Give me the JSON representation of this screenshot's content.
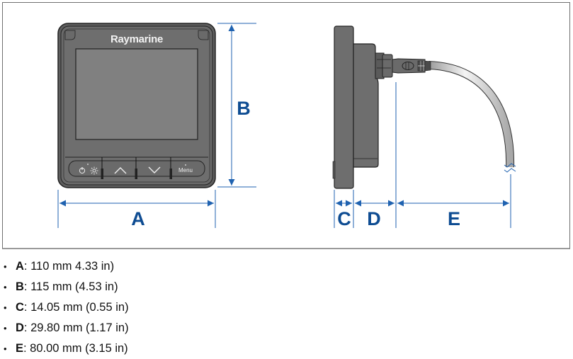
{
  "figure": {
    "brand": "Raymarine",
    "buttons": {
      "power_brightness": "power-brightness",
      "menu_label": "Menu"
    },
    "dimension_labels": [
      "A",
      "B",
      "C",
      "D",
      "E"
    ],
    "colors": {
      "dimension_line": "#1f62b0",
      "dimension_text": "#0e4c92",
      "device_body": "#6e6e6e",
      "screen": "#808080"
    }
  },
  "specs": [
    {
      "key": "A",
      "value": ": 110 mm 4.33 in)"
    },
    {
      "key": "B",
      "value": ": 115 mm (4.53 in)"
    },
    {
      "key": "C",
      "value": ": 14.05 mm (0.55 in)"
    },
    {
      "key": "D",
      "value": ": 29.80 mm (1.17 in)"
    },
    {
      "key": "E",
      "value": ": 80.00 mm (3.15 in)"
    }
  ]
}
